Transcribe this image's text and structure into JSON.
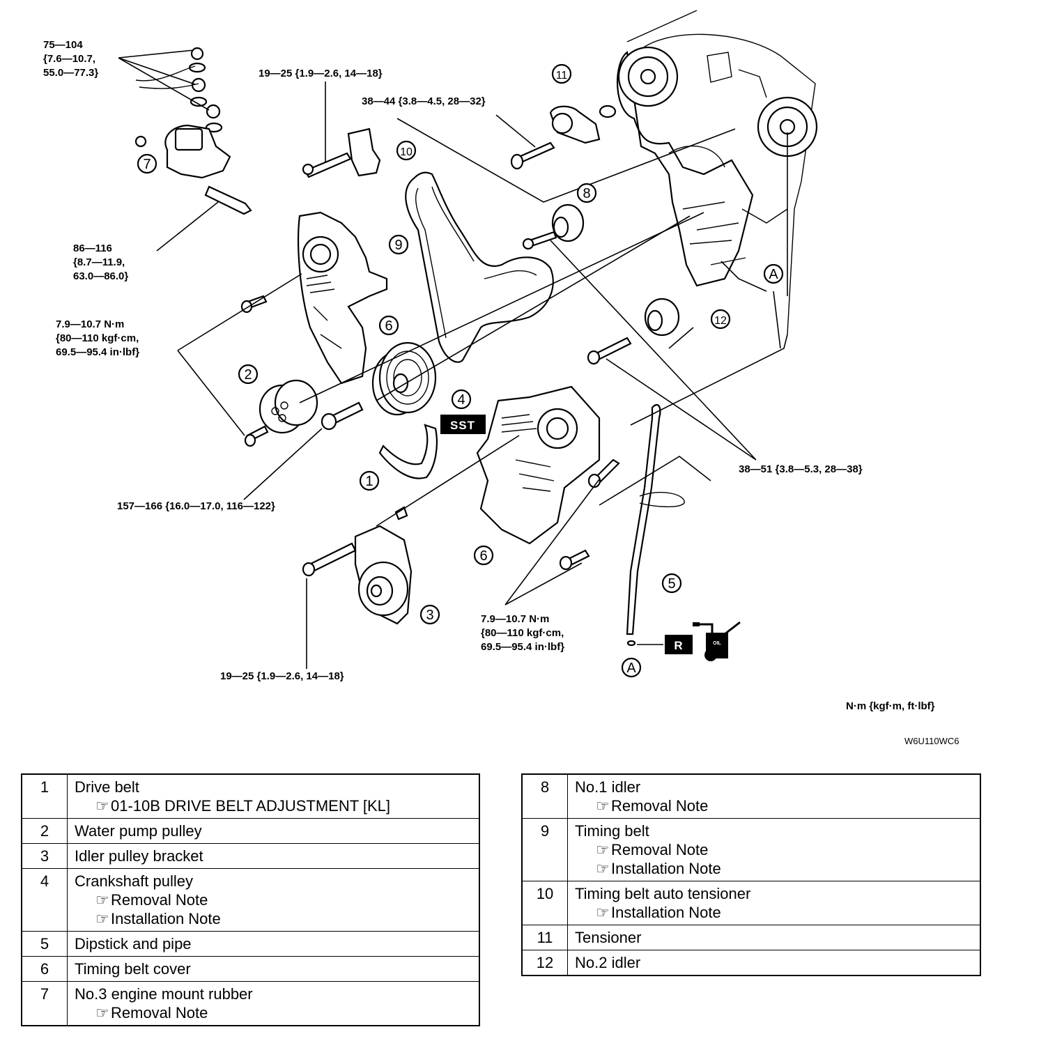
{
  "specs": {
    "s75": [
      "75—104",
      "{7.6—10.7,",
      "55.0—77.3}"
    ],
    "s19top": "19—25 {1.9—2.6, 14—18}",
    "s38_44": "38—44 {3.8—4.5, 28—32}",
    "s86": [
      "86—116",
      "{8.7—11.9,",
      "63.0—86.0}"
    ],
    "s79left": [
      "7.9—10.7 N·m",
      "{80—110 kgf·cm,",
      "69.5—95.4 in·lbf}"
    ],
    "s157": "157—166 {16.0—17.0, 116—122}",
    "s38_51": "38—51 {3.8—5.3, 28—38}",
    "s79bottom": [
      "7.9—10.7 N·m",
      "{80—110 kgf·cm,",
      "69.5—95.4 in·lbf}"
    ],
    "s19bottom": "19—25 {1.9—2.6, 14—18}"
  },
  "callouts": [
    "1",
    "2",
    "3",
    "4",
    "5",
    "6",
    "6",
    "7",
    "8",
    "9",
    "10",
    "11",
    "12"
  ],
  "ref_a": "A",
  "sst_label": "SST",
  "r_label": "R",
  "oil_label": "OIL",
  "units": "N·m {kgf·m, ft·lbf}",
  "figure_code": "W6U110WC6",
  "note_glyph": "☞",
  "legend_left": [
    {
      "num": "1",
      "name": "Drive belt",
      "notes": [
        "01-10B DRIVE BELT ADJUSTMENT [KL]"
      ]
    },
    {
      "num": "2",
      "name": "Water pump pulley",
      "notes": []
    },
    {
      "num": "3",
      "name": "Idler pulley bracket",
      "notes": []
    },
    {
      "num": "4",
      "name": "Crankshaft pulley",
      "notes": [
        "Removal Note",
        "Installation Note"
      ]
    },
    {
      "num": "5",
      "name": "Dipstick and pipe",
      "notes": []
    },
    {
      "num": "6",
      "name": "Timing belt cover",
      "notes": []
    },
    {
      "num": "7",
      "name": "No.3 engine mount rubber",
      "notes": [
        "Removal Note"
      ]
    }
  ],
  "legend_right": [
    {
      "num": "8",
      "name": "No.1 idler",
      "notes": [
        "Removal Note"
      ]
    },
    {
      "num": "9",
      "name": "Timing belt",
      "notes": [
        "Removal Note",
        "Installation Note"
      ]
    },
    {
      "num": "10",
      "name": "Timing belt auto tensioner",
      "notes": [
        "Installation Note"
      ]
    },
    {
      "num": "11",
      "name": "Tensioner",
      "notes": []
    },
    {
      "num": "12",
      "name": "No.2 idler",
      "notes": []
    }
  ]
}
